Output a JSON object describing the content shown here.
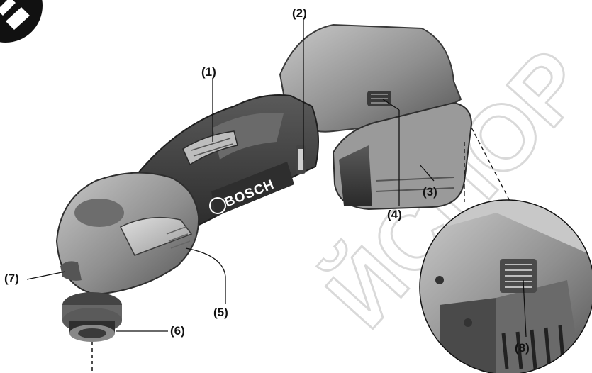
{
  "figure": {
    "brand_label": "BOSCH",
    "watermark_text": "ЙСПОР",
    "callouts": [
      {
        "id": "1",
        "label": "(1)"
      },
      {
        "id": "2",
        "label": "(2)"
      },
      {
        "id": "3",
        "label": "(3)"
      },
      {
        "id": "4",
        "label": "(4)"
      },
      {
        "id": "5",
        "label": "(5)"
      },
      {
        "id": "6",
        "label": "(6)"
      },
      {
        "id": "7",
        "label": "(7)"
      },
      {
        "id": "8",
        "label": "(8)"
      }
    ]
  },
  "colors": {
    "body_dark": "#3a3a3a",
    "body_mid": "#7a7a7a",
    "body_light": "#b3b3b3",
    "watermark": "#d9d9d9",
    "callout": "#111111"
  },
  "icons": {
    "corner": "safety-manual-icon"
  }
}
